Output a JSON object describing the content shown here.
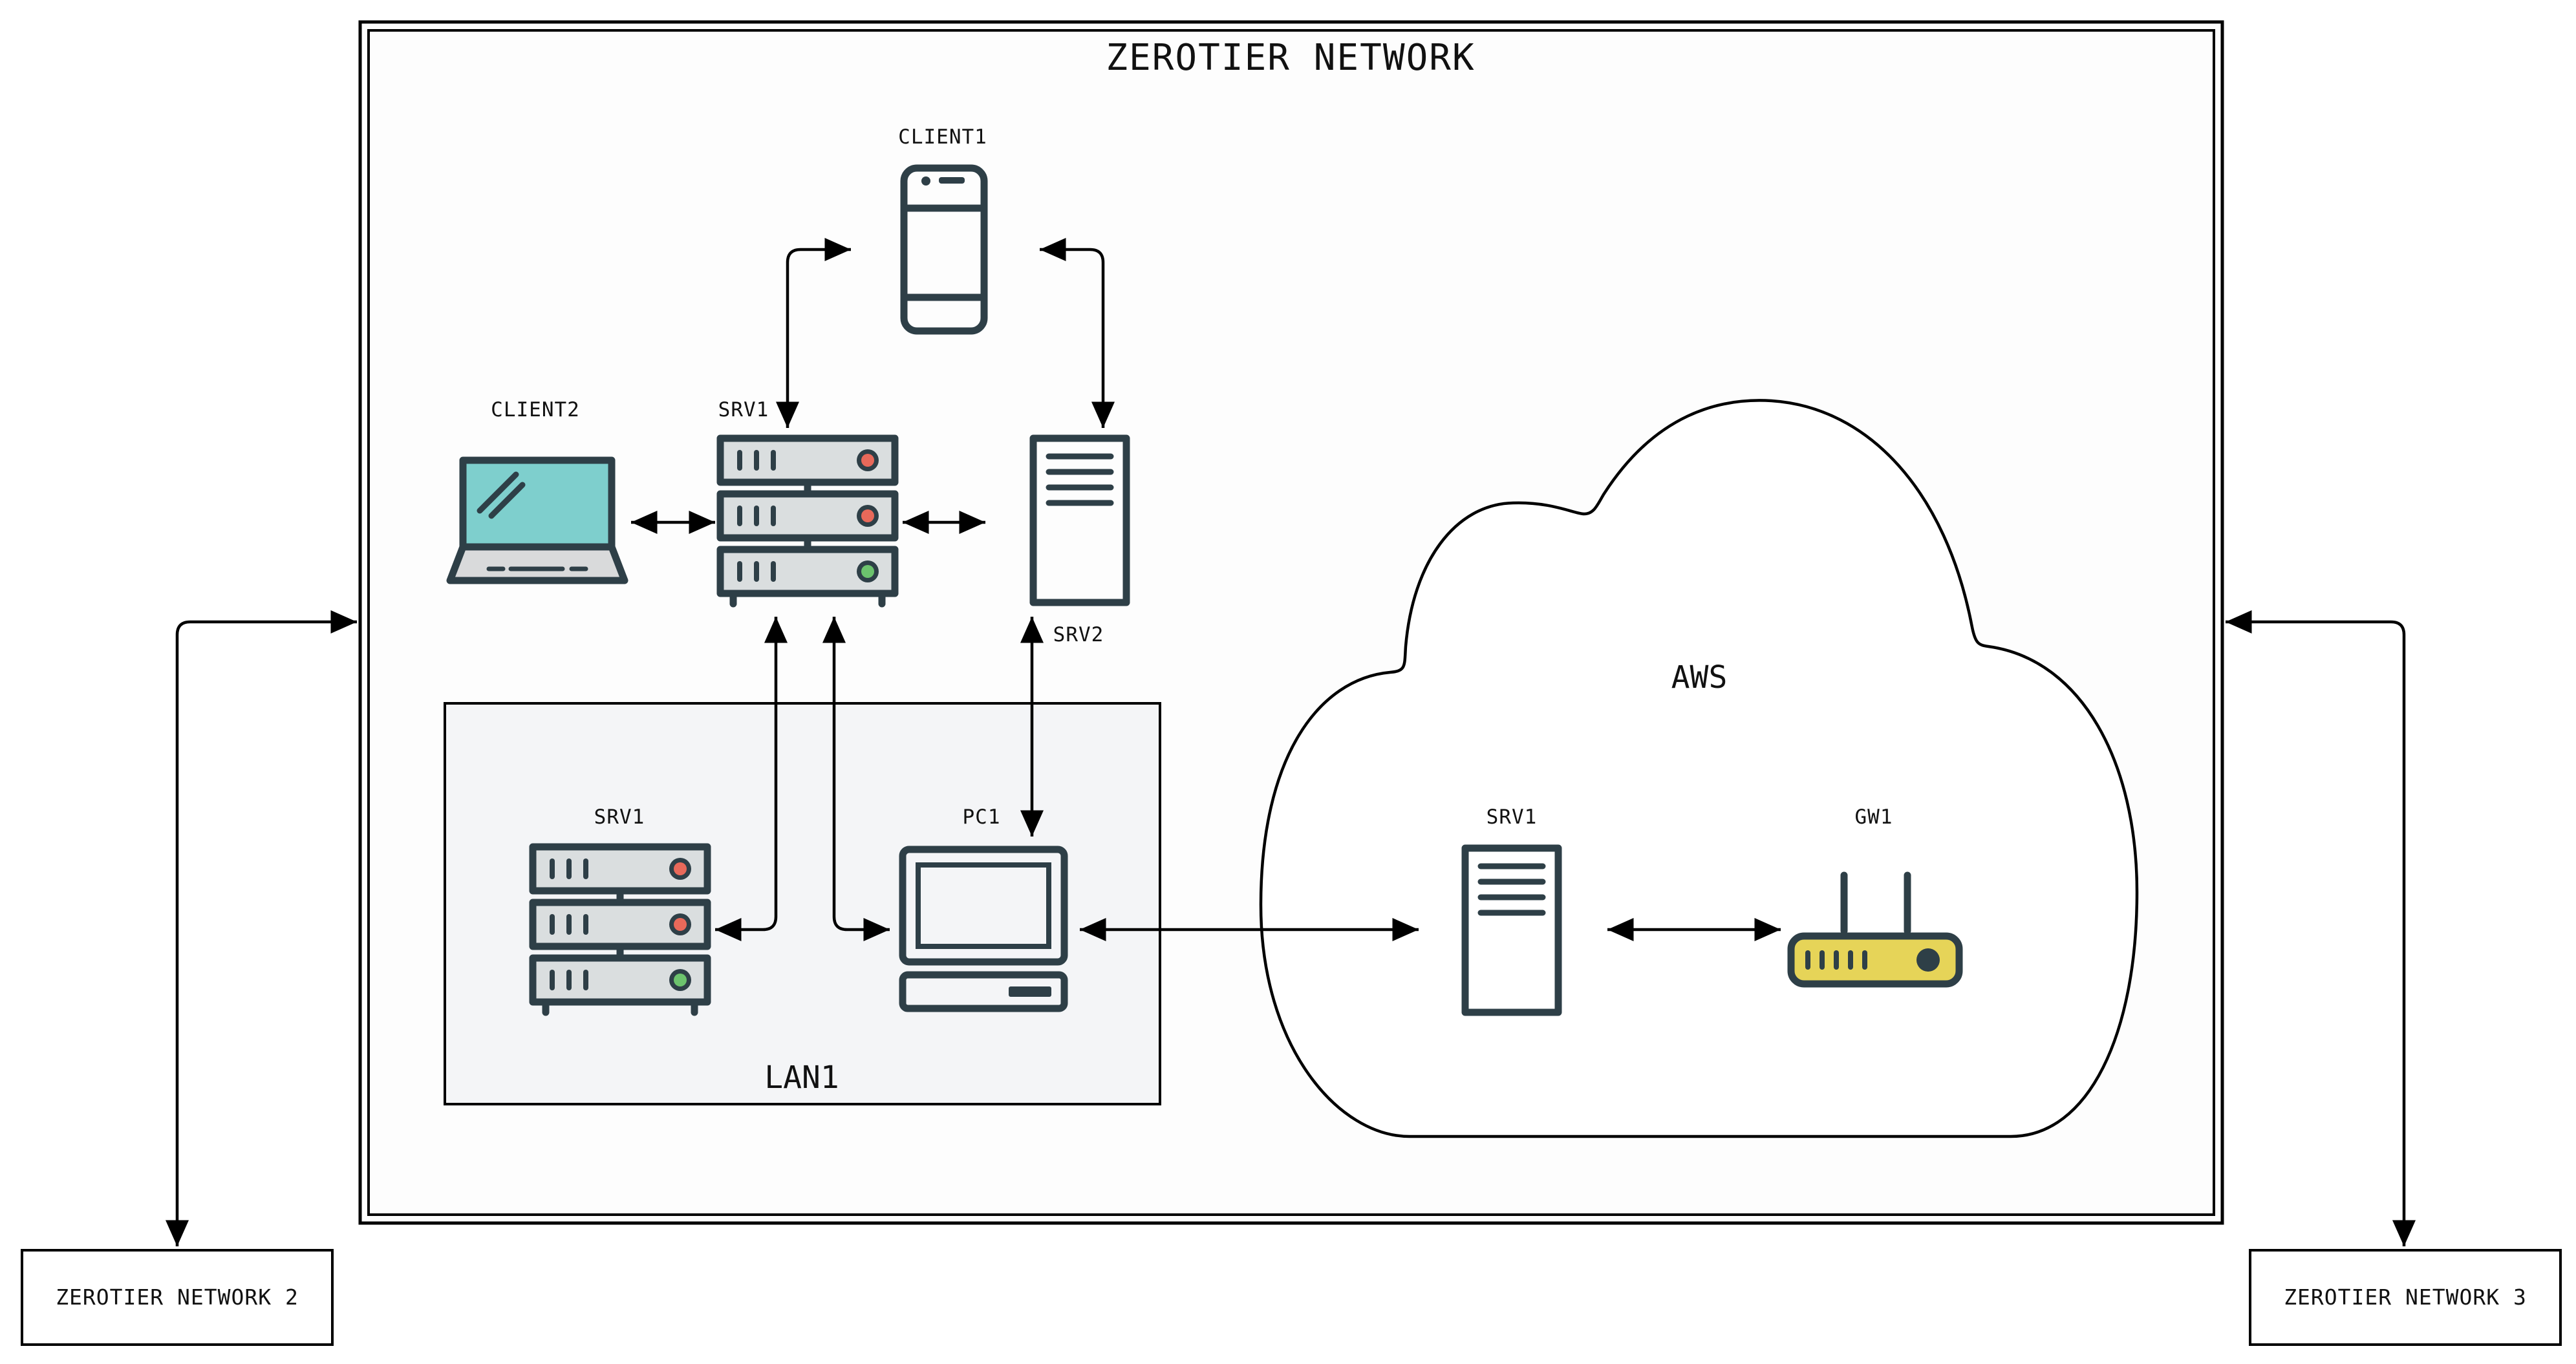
{
  "colors": {
    "stroke": "#000000",
    "device": "#2e3f47",
    "laptop_screen": "#7ecfcd",
    "laptop_base": "#d9dadb",
    "server_body": "#dadedf",
    "led_red": "#e8695a",
    "led_green": "#6cc36d",
    "router_body": "#e6d458",
    "lan_fill": "#f4f5f7"
  },
  "network": {
    "title": "ZEROTIER NETWORK"
  },
  "lan": {
    "label": "LAN1"
  },
  "cloud": {
    "label": "AWS"
  },
  "external": {
    "left": {
      "label": "ZEROTIER NETWORK 2"
    },
    "right": {
      "label": "ZEROTIER NETWORK 3"
    }
  },
  "nodes": {
    "client1": {
      "label": "CLIENT1",
      "icon": "smartphone-icon"
    },
    "client2": {
      "label": "CLIENT2",
      "icon": "laptop-icon"
    },
    "srv1_top": {
      "label": "SRV1",
      "icon": "server-rack-icon"
    },
    "srv2": {
      "label": "SRV2",
      "icon": "tower-server-icon"
    },
    "srv1_lan": {
      "label": "SRV1",
      "icon": "server-rack-icon"
    },
    "pc1": {
      "label": "PC1",
      "icon": "desktop-pc-icon"
    },
    "srv1_aws": {
      "label": "SRV1",
      "icon": "tower-server-icon"
    },
    "gw1": {
      "label": "GW1",
      "icon": "router-icon"
    }
  }
}
